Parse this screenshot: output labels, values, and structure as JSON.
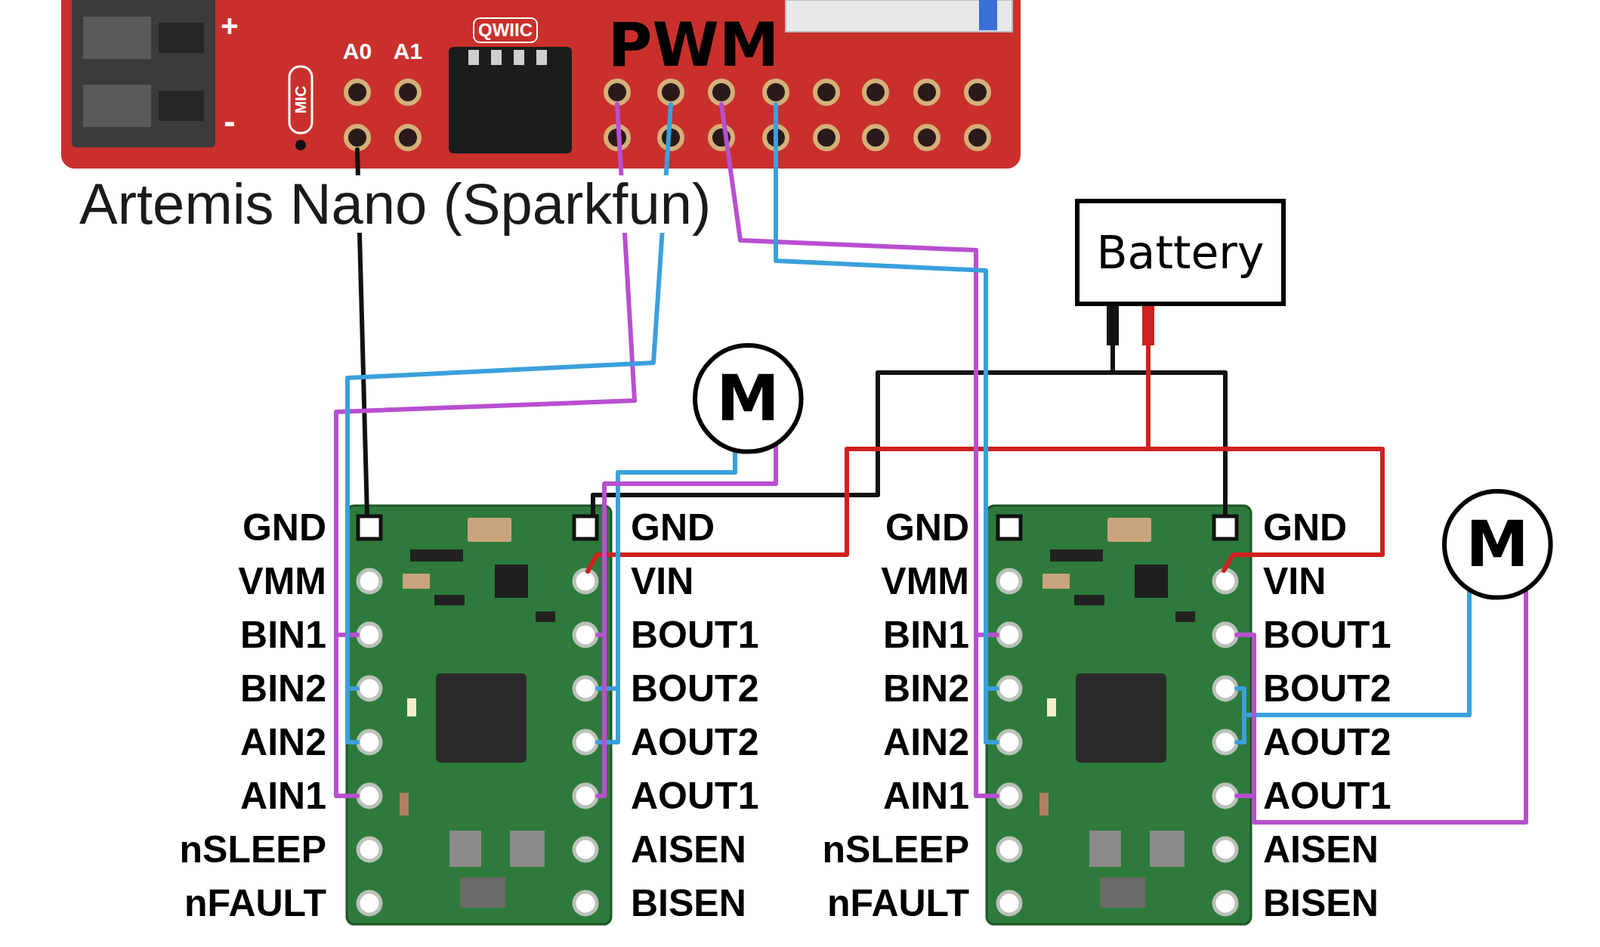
{
  "diagram": {
    "nodes": [
      {
        "text": [
          "+",
          "-",
          "MIC",
          "A0",
          "A1",
          "QWIIC",
          "Artemis Nano (Sparkfun)"
        ]
      },
      {
        "text": [
          "Battery"
        ]
      },
      {
        "text": [
          "M"
        ]
      },
      {
        "text": [
          "M"
        ]
      }
    ],
    "labels": [
      "PWM",
      "GND",
      "VMM",
      "BIN1",
      "BIN2",
      "AIN2",
      "AIN1",
      "nSLEEP",
      "nFAULT",
      "GND",
      "VIN",
      "BOUT1",
      "BOUT2",
      "AOUT2",
      "AOUT1",
      "AISEN",
      "BISEN",
      "GND",
      "VMM",
      "BIN1",
      "BIN2",
      "AIN2",
      "AIN1",
      "nSLEEP",
      "nFAULT",
      "GND",
      "VIN",
      "BOUT1",
      "BOUT2",
      "AOUT2",
      "AOUT1",
      "AISEN",
      "BISEN"
    ]
  }
}
